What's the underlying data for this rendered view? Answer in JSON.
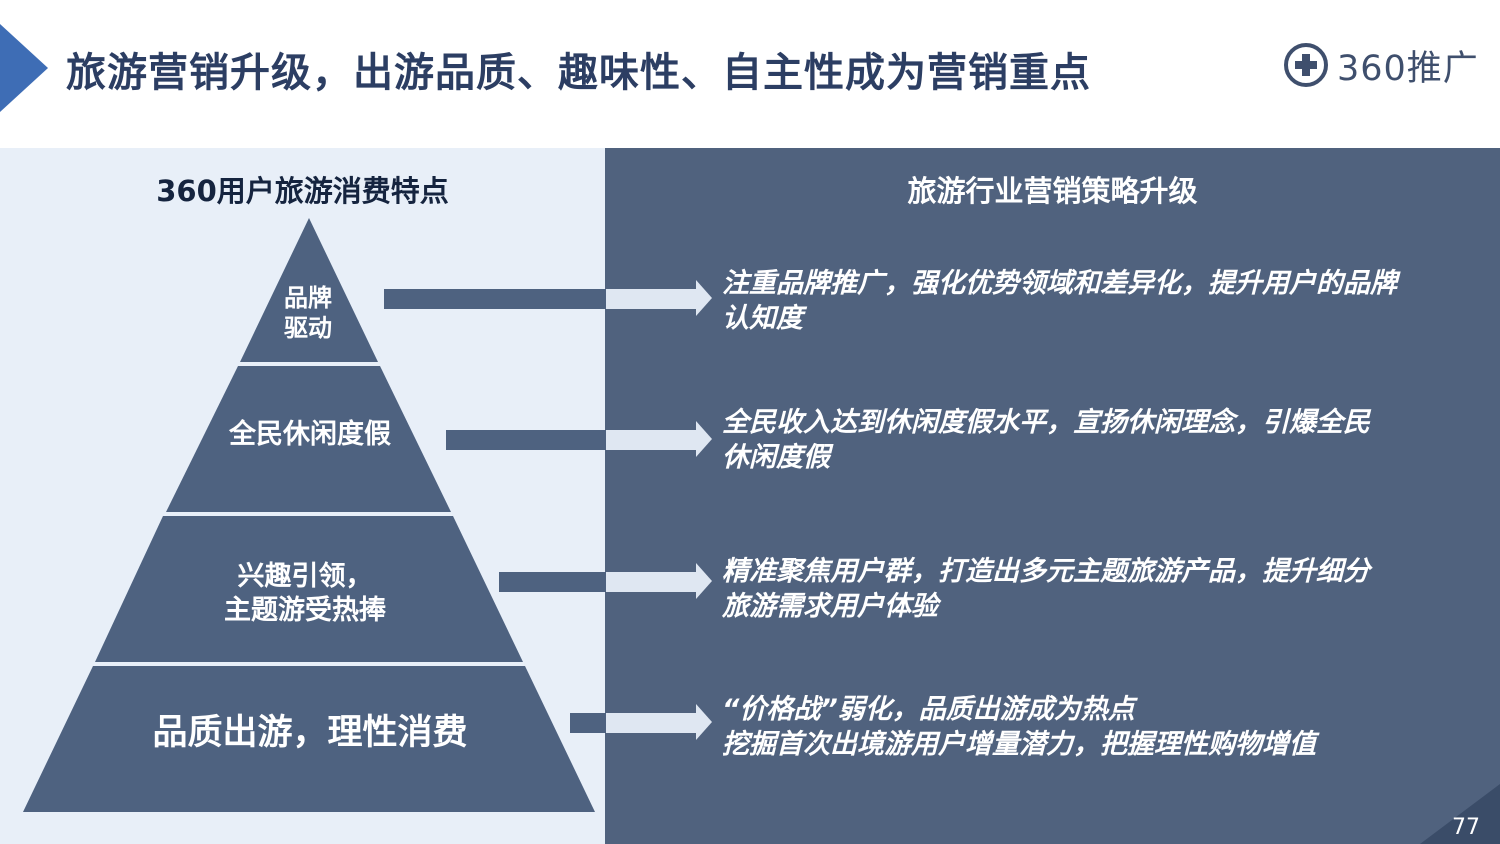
{
  "header": {
    "title": "旅游营销升级，出游品质、趣味性、自主性成为营销重点",
    "logo_text": "360推广",
    "accent_color": "#3e6db5"
  },
  "left": {
    "heading": "360用户旅游消费特点",
    "tiers": [
      {
        "lines": [
          "品牌",
          "驱动"
        ]
      },
      {
        "lines": [
          "全民休闲度假"
        ]
      },
      {
        "lines": [
          "兴趣引领，",
          "主题游受热捧"
        ]
      },
      {
        "lines": [
          "品质出游，理性消费"
        ]
      }
    ]
  },
  "right": {
    "heading": "旅游行业营销策略升级",
    "strategies": [
      {
        "lines": [
          "注重品牌推广，强化优势领域和差异化，提升用户的品牌",
          "认知度"
        ]
      },
      {
        "lines": [
          "全民收入达到休闲度假水平，宣扬休闲理念，引爆全民",
          "休闲度假"
        ]
      },
      {
        "lines": [
          "精准聚焦用户群，打造出多元主题旅游产品，提升细分",
          "旅游需求用户体验"
        ]
      },
      {
        "lines": [
          "“价格战”弱化，品质出游成为热点",
          "挖掘首次出境游用户增量潜力，把握理性购物增值"
        ]
      }
    ]
  },
  "footer": {
    "page_number": "77"
  },
  "colors": {
    "pyramid_fill": "#4e6280",
    "left_panel_bg": "#e8eff8",
    "right_panel_bg": "#50627e",
    "title_color": "#2c3e63"
  }
}
